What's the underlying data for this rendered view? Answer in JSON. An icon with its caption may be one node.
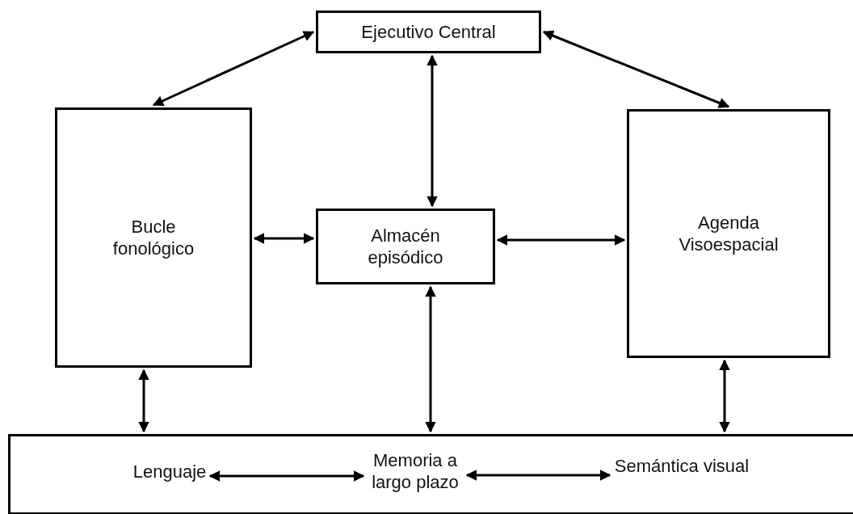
{
  "diagram": {
    "nodes": [
      {
        "text": [
          "Ejecutivo Central"
        ]
      },
      {
        "text": [
          "Bucle fonológico"
        ]
      },
      {
        "text": [
          "Almacén episódico"
        ]
      },
      {
        "text": [
          "Agenda Visoespacial"
        ]
      },
      {
        "text": [],
        "shape": "box"
      },
      {
        "text": [
          "Lenguaje"
        ],
        "in": 4
      },
      {
        "text": [
          "Memoria a largo plazo"
        ],
        "in": 4
      },
      {
        "text": [
          "Semántica visual"
        ],
        "in": 4
      }
    ],
    "edges": [
      {
        "from": 0,
        "to": 1,
        "arrow": "both"
      },
      {
        "from": 0,
        "to": 3,
        "arrow": "both"
      },
      {
        "from": 0,
        "to": 2,
        "arrow": "both"
      },
      {
        "from": 1,
        "to": 2,
        "arrow": "both"
      },
      {
        "from": 2,
        "to": 3,
        "arrow": "both"
      },
      {
        "from": 1,
        "to": 4,
        "arrow": "both"
      },
      {
        "from": 2,
        "to": 4,
        "arrow": "both"
      },
      {
        "from": 3,
        "to": 4,
        "arrow": "both"
      },
      {
        "from": 5,
        "to": 6,
        "arrow": "both"
      },
      {
        "from": 6,
        "to": 7,
        "arrow": "both"
      }
    ]
  }
}
